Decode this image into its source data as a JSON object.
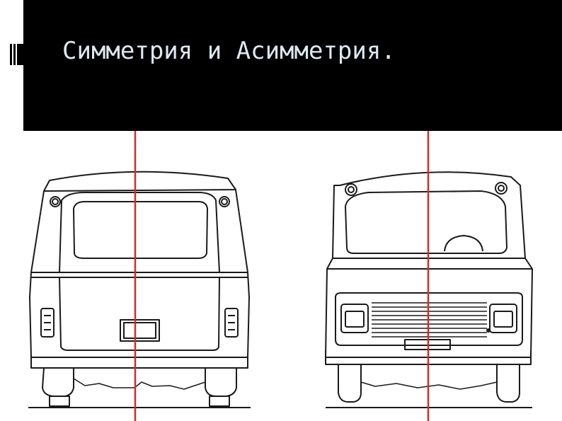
{
  "slide": {
    "title": "Симметрия и Асимметрия.",
    "colors": {
      "title_bar": "#000000",
      "title_text": "#dce9f2",
      "axis_line": "#d42a2a",
      "ink": "#1a1a1a"
    },
    "figures": [
      {
        "icon": "van-rear-view",
        "kind": "symmetric"
      },
      {
        "icon": "van-front-view",
        "kind": "asymmetric"
      }
    ],
    "bullet_icon": "slide-bullet-icon"
  }
}
